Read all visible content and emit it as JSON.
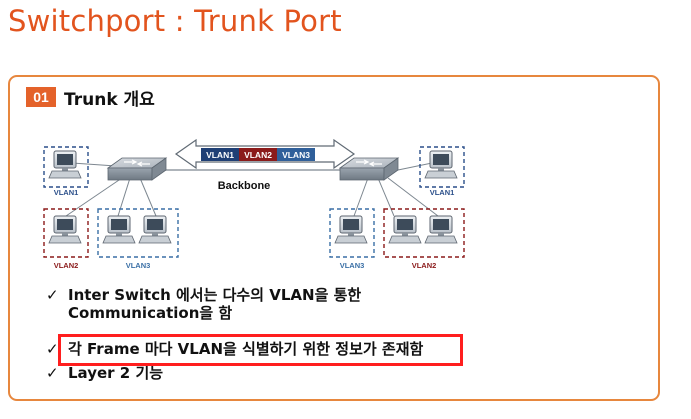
{
  "page": {
    "title": "Switchport : Trunk Port"
  },
  "section": {
    "number": "01",
    "title": "Trunk 개요"
  },
  "diagram": {
    "vlan_tags": [
      "VLAN1",
      "VLAN2",
      "VLAN3"
    ],
    "backbone_label": "Backbone",
    "left_groups": {
      "top": "VLAN1",
      "bottom_left": "VLAN2",
      "bottom_right": "VLAN3"
    },
    "right_groups": {
      "top": "VLAN1",
      "bottom_left": "VLAN3",
      "bottom_right": "VLAN2"
    },
    "colors": {
      "vlan1": "#2b4f8a",
      "vlan2": "#8b1a1a",
      "vlan3": "#3a6fa6",
      "title": "#e2541e",
      "panel_border": "#e7873e",
      "highlight": "#ff1e1e"
    }
  },
  "bullets": [
    {
      "check": "✓",
      "text": "Inter Switch 에서는 다수의 VLAN을 통한\nCommunication을 함"
    },
    {
      "check": "✓",
      "text": "각 Frame 마다 VLAN을 식별하기 위한 정보가 존재함"
    },
    {
      "check": "✓",
      "text": "Layer 2 기능"
    }
  ]
}
